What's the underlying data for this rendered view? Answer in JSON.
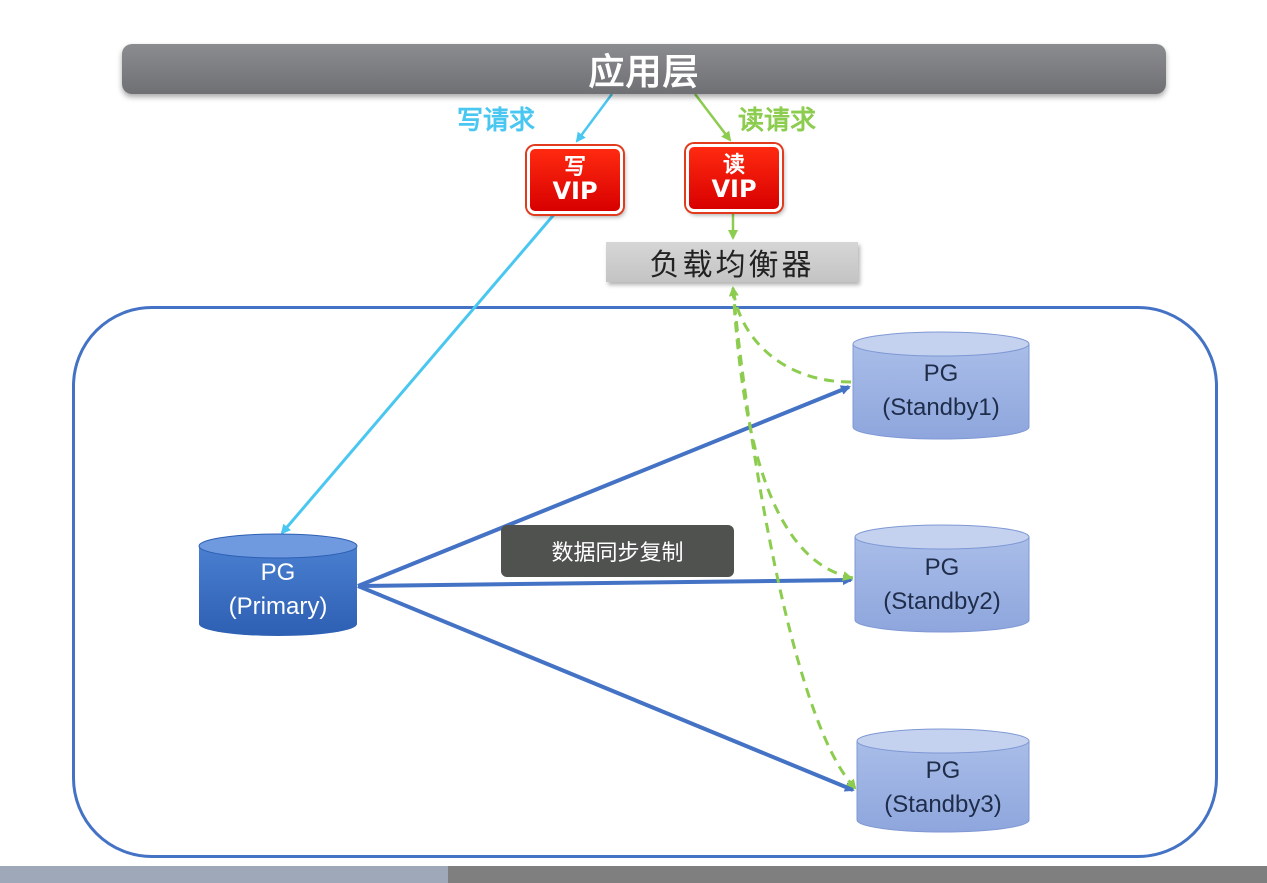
{
  "app_layer": {
    "title": "应用层"
  },
  "requests": {
    "write": "写请求",
    "read": "读请求"
  },
  "write_vip": {
    "line1": "写",
    "line2": "VIP"
  },
  "read_vip": {
    "line1": "读",
    "line2": "VIP"
  },
  "load_balancer": {
    "label": "负载均衡器"
  },
  "sync_label": "数据同步复制",
  "nodes": {
    "primary": {
      "line1": "PG",
      "line2": "(Primary)"
    },
    "standby1": {
      "line1": "PG",
      "line2": "(Standby1)"
    },
    "standby2": {
      "line1": "PG",
      "line2": "(Standby2)"
    },
    "standby3": {
      "line1": "PG",
      "line2": "(Standby3)"
    }
  },
  "colors": {
    "write_path": "#4ac7f0",
    "read_path": "#8ccc4e",
    "replication": "#4472c4",
    "vip": "#ff1a00",
    "app_bar": "#808184"
  }
}
